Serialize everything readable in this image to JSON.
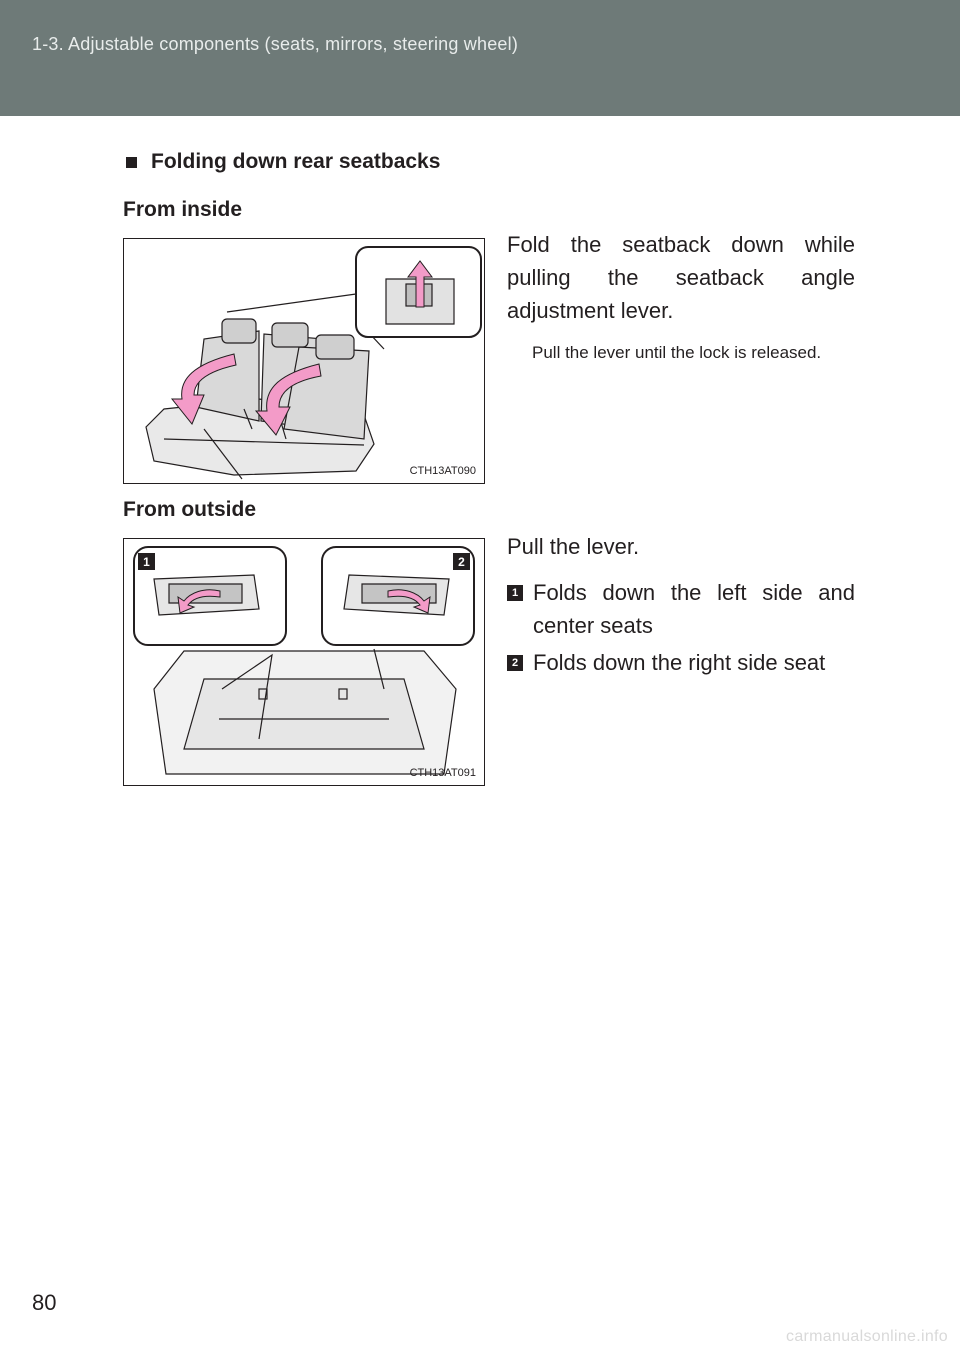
{
  "header": {
    "title": "1-3. Adjustable components (seats, mirrors, steering wheel)"
  },
  "section": {
    "heading": "Folding down rear seatbacks"
  },
  "inside": {
    "subheading": "From inside",
    "figure_code": "CTH13AT090",
    "instruction": "Fold the seatback down while pulling the seatback angle adjustment lever.",
    "note": "Pull the lever until the lock is released."
  },
  "outside": {
    "subheading": "From outside",
    "figure_code": "CTH13AT091",
    "instruction": "Pull the lever.",
    "items": [
      {
        "num": "1",
        "text": "Folds down the left side and center seats"
      },
      {
        "num": "2",
        "text": "Folds down the right side seat"
      }
    ]
  },
  "page_number": "80",
  "watermark": "carmanualsonline.info",
  "colors": {
    "header_bg": "#6e7a78",
    "header_text": "#e8eceb",
    "arrow_pink": "#f39bc8",
    "ink": "#231f20"
  }
}
